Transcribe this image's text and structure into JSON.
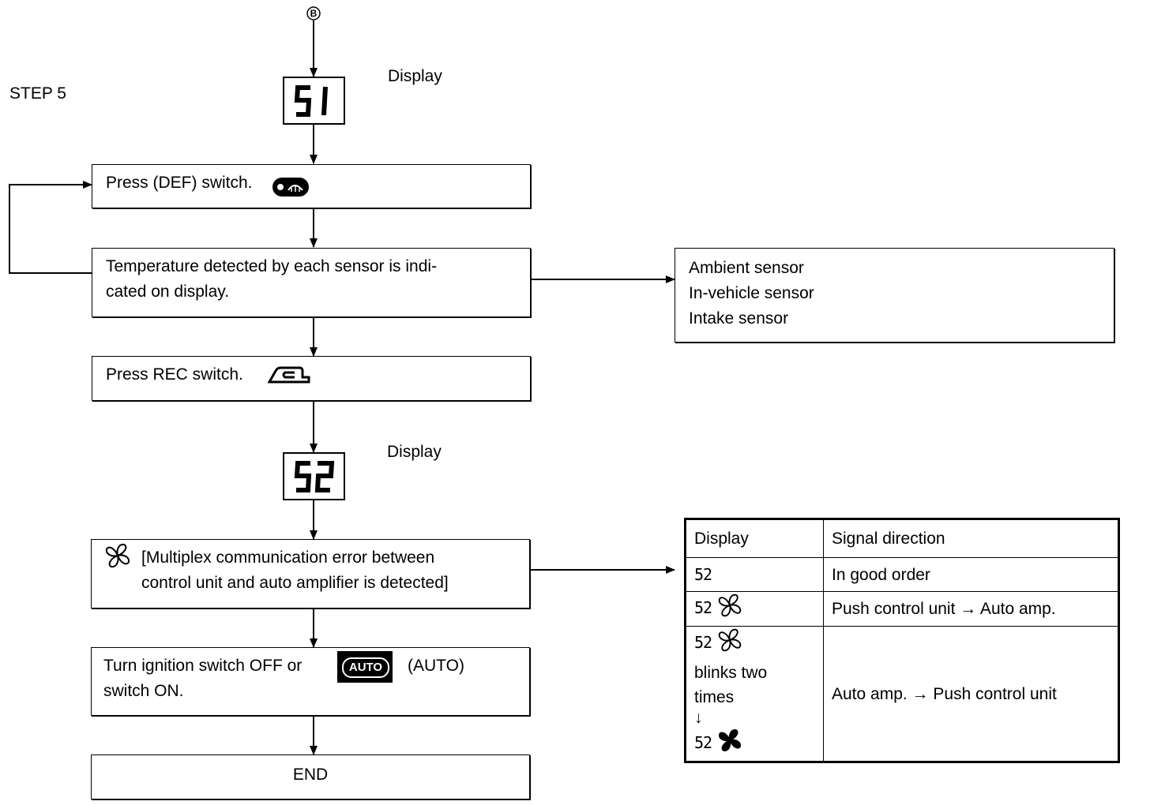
{
  "step_label": "STEP 5",
  "connector_label": "B",
  "display_label_1": "Display",
  "display_code_1": "51",
  "display_label_2": "Display",
  "display_code_2": "52",
  "box_def": {
    "text": "Press (DEF) switch.",
    "icon": "def-switch-icon"
  },
  "box_temp": {
    "line1": "Temperature detected by each sensor is indi-",
    "line2": "cated on display."
  },
  "sensors": [
    "Ambient sensor",
    "In-vehicle sensor",
    "Intake sensor"
  ],
  "box_rec": {
    "text": "Press REC switch.",
    "icon": "rec-switch-icon"
  },
  "box_multiplex": {
    "line1": "[Multiplex communication error between",
    "line2": "control unit and auto amplifier is detected]",
    "icon": "fan-outline-icon"
  },
  "box_ignition": {
    "line1_a": "Turn ignition switch OFF or",
    "auto_badge": "AUTO",
    "line1_b": "(AUTO)",
    "line2": "switch ON."
  },
  "box_end": "END",
  "signal_table": {
    "headers": [
      "Display",
      "Signal direction"
    ],
    "rows": [
      {
        "code": "52",
        "icon": "",
        "direction": "In good order"
      },
      {
        "code": "52",
        "icon": "fan-outline-icon",
        "direction": "Push control unit → Auto amp."
      },
      {
        "code": "52",
        "icon": "fan-outline-icon",
        "note1": "blinks two",
        "note2": "times",
        "arrow": "↓",
        "code2": "52",
        "icon2": "fan-solid-icon",
        "direction": "Auto amp. → Push control unit"
      }
    ]
  }
}
